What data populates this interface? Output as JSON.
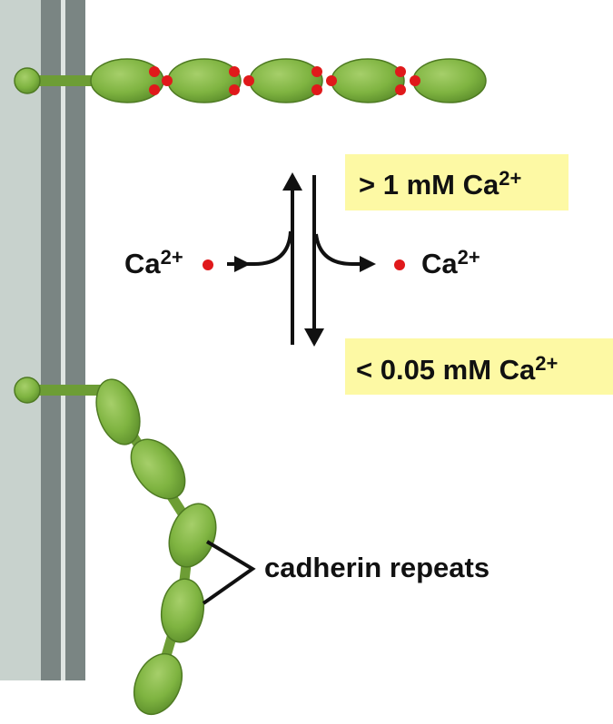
{
  "labels": {
    "high_condition": {
      "prefix": "> 1 mM Ca",
      "sup": "2+"
    },
    "low_condition": {
      "prefix": "< 0.05 mM Ca",
      "sup": "2+"
    },
    "ion_left": {
      "base": "Ca",
      "sup": "2+"
    },
    "ion_right": {
      "base": "Ca",
      "sup": "2+"
    },
    "repeats": "cadherin repeats"
  },
  "colors": {
    "membrane_outer": "#c8d2cd",
    "membrane_bilayer": "#7a8583",
    "cadherin_fill": "#7fb441",
    "cadherin_stroke": "#4e7a22",
    "calcium": "#e0191b",
    "callout_bg": "#fdf9a4",
    "arrow": "#111111"
  }
}
